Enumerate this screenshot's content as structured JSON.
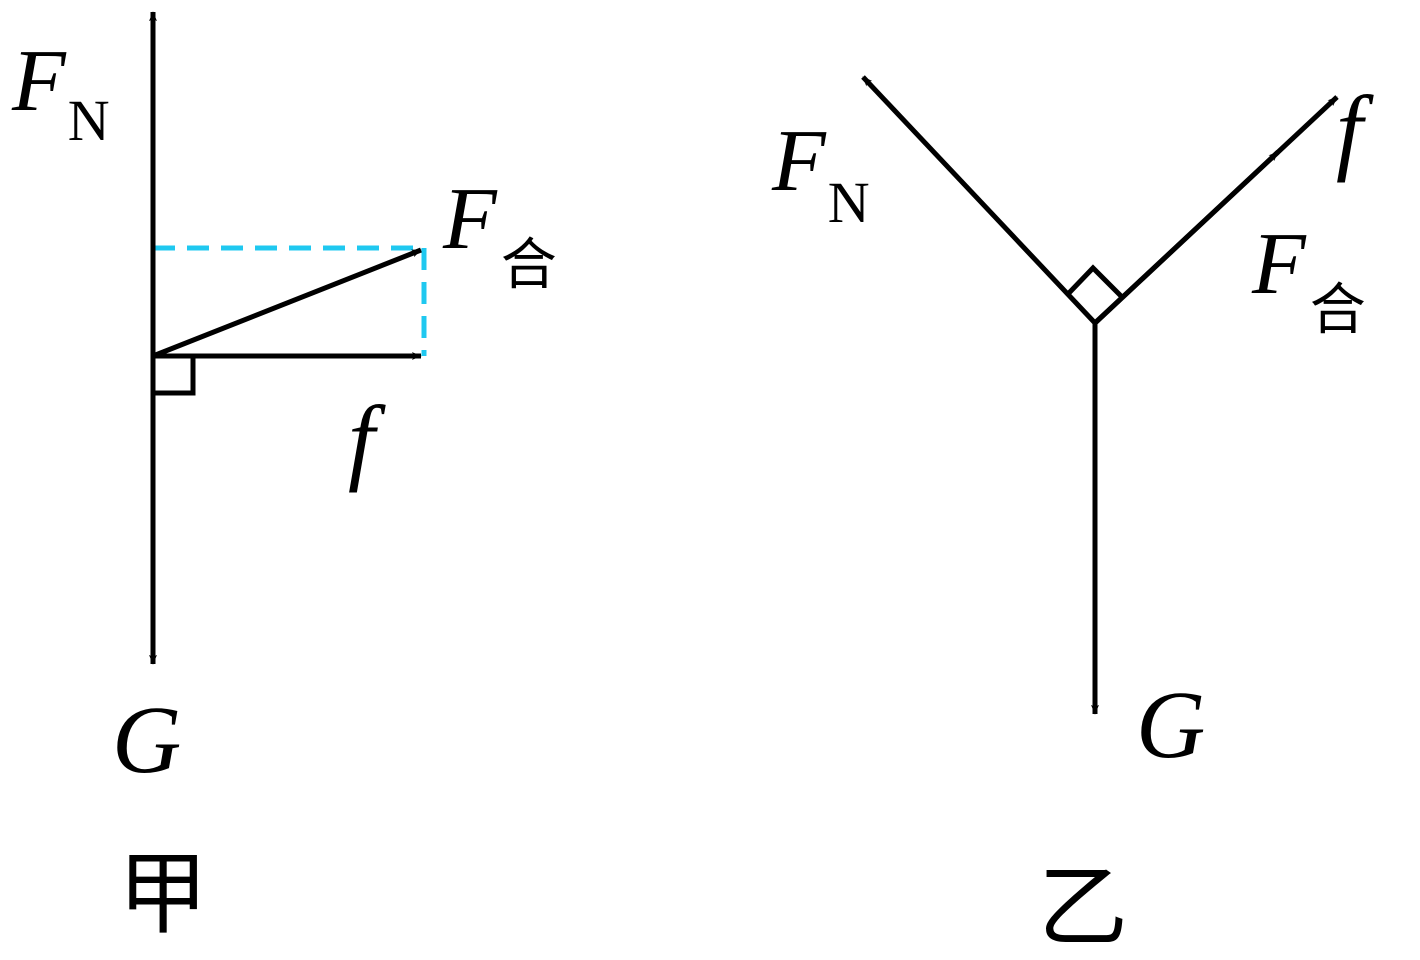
{
  "colors": {
    "stroke": "#000000",
    "dashed_guide": "#1fc8f0",
    "background": "#ffffff"
  },
  "panel_jia": {
    "caption": "甲",
    "fn": {
      "symbol": "F",
      "subscript": "N"
    },
    "g": {
      "symbol": "G"
    },
    "f": {
      "symbol": "f"
    },
    "fhe": {
      "symbol": "F",
      "subscript": "合"
    }
  },
  "panel_yi": {
    "caption": "乙",
    "fn": {
      "symbol": "F",
      "subscript": "N"
    },
    "g": {
      "symbol": "G"
    },
    "f": {
      "symbol": "f"
    },
    "fhe": {
      "symbol": "F",
      "subscript": "合"
    }
  }
}
